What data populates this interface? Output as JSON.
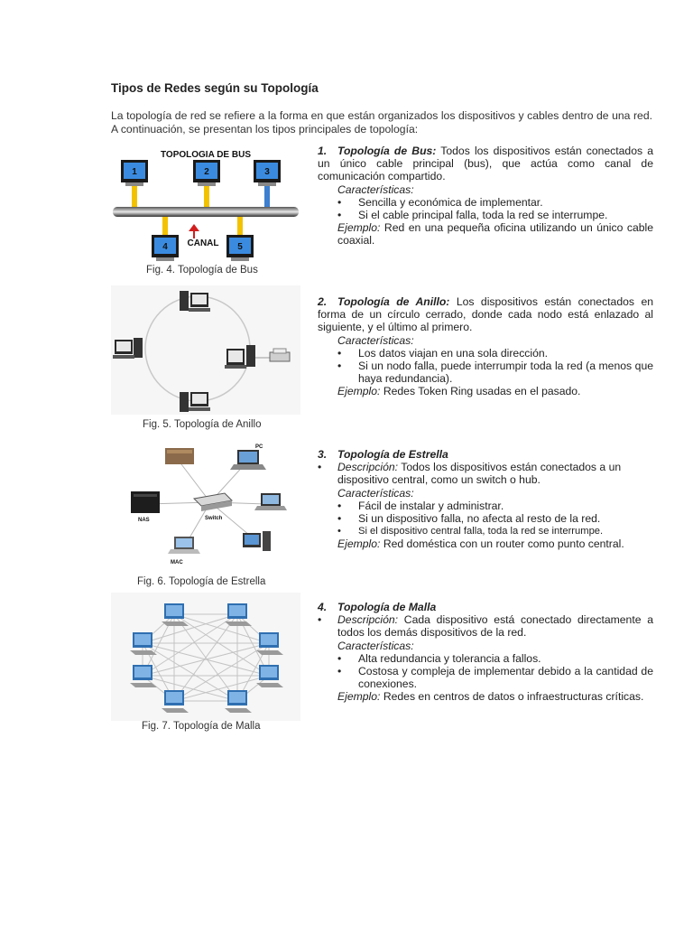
{
  "doc": {
    "title": "Tipos de Redes según su Topología",
    "intro": "La topología de red se refiere a la forma en que están organizados los dispositivos y cables dentro de una red. A continuación, se presentan los tipos principales de topología:"
  },
  "figures": {
    "bus": {
      "caption": "Fig. 4. Topología de Bus",
      "header": "TOPOLOGIA DE BUS",
      "canal": "CANAL",
      "nodes": [
        "1",
        "2",
        "3",
        "4",
        "5"
      ]
    },
    "ring": {
      "caption": "Fig. 5. Topología de Anillo"
    },
    "star": {
      "caption": "Fig. 6. Topología de Estrella",
      "labels": {
        "pc": "PC",
        "nas": "NAS",
        "switch": "Switch",
        "mac": "MAC"
      }
    },
    "mesh": {
      "caption": "Fig. 7. Topología de Malla"
    }
  },
  "sections": [
    {
      "number": "1.",
      "name": "Topología de Bus:",
      "desc": "Todos los dispositivos están conectados a un único cable principal (bus), que actúa como canal de comunicación compartido.",
      "features_label": "Características:",
      "features": [
        "Sencilla y económica de implementar.",
        "Si el cable principal falla, toda la red se interrumpe."
      ],
      "example_label": "Ejemplo:",
      "example": "Red en una pequeña oficina utilizando un único cable coaxial."
    },
    {
      "number": "2.",
      "name": "Topología de Anillo:",
      "desc": "Los dispositivos están conectados en forma de un círculo cerrado, donde cada nodo está enlazado al siguiente, y el último al primero.",
      "features_label": "Características:",
      "features": [
        "Los datos viajan en una sola dirección.",
        "Si un nodo falla, puede interrumpir toda la red (a menos que haya redundancia)."
      ],
      "example_label": "Ejemplo:",
      "example": "Redes Token Ring usadas en el pasado."
    },
    {
      "number": "3.",
      "name": "Topología de Estrella",
      "desc_label": "Descripción:",
      "desc": "Todos los dispositivos están conectados a un dispositivo central, como un switch o hub.",
      "features_label": "Características:",
      "features": [
        "Fácil de instalar y administrar.",
        "Si un dispositivo falla, no afecta al resto de la red.",
        "Si el dispositivo central falla, toda la red se interrumpe."
      ],
      "example_label": "Ejemplo:",
      "example": "Red doméstica con un router como punto central."
    },
    {
      "number": "4.",
      "name": "Topología de Malla",
      "desc_label": "Descripción:",
      "desc": "Cada dispositivo está conectado directamente a todos los demás dispositivos de la red.",
      "features_label": "Características:",
      "features": [
        "Alta redundancia y tolerancia a fallos.",
        "Costosa y compleja de implementar debido a la cantidad de conexiones."
      ],
      "example_label": "Ejemplo:",
      "example": "Redes en centros de datos o infraestructuras críticas."
    }
  ]
}
